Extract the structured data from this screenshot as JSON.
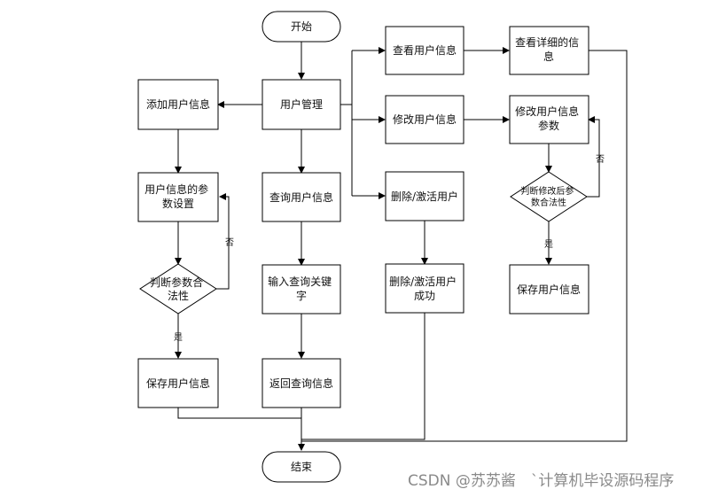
{
  "nodes": {
    "start": "开始",
    "user_mgmt": "用户管理",
    "add_user": "添加用户信息",
    "param_setting": [
      "用户信息的参",
      "数设置"
    ],
    "judge_legal": [
      "判断参数合",
      "法性"
    ],
    "save_left": "保存用户信息",
    "query": "查询用户信息",
    "input_keyword": [
      "输入查询关键",
      "字"
    ],
    "return_query": "返回查询信息",
    "view_user": "查看用户信息",
    "view_detail": [
      "查看详细的信",
      "息"
    ],
    "edit_user": "修改用户信息",
    "edit_params": [
      "修改用户信息",
      "参数"
    ],
    "judge_edit": [
      "判断修改后参",
      "数合法性"
    ],
    "save_right": "保存用户信息",
    "delete_activate": "删除/激活用户",
    "delete_success": [
      "删除/激活用户",
      "成功"
    ],
    "end": "结束"
  },
  "edge_labels": {
    "no_left": "否",
    "yes_left": "是",
    "no_right": "否",
    "yes_right": "是"
  },
  "watermark": "CSDN @苏苏酱　`计算机毕设源码程序"
}
